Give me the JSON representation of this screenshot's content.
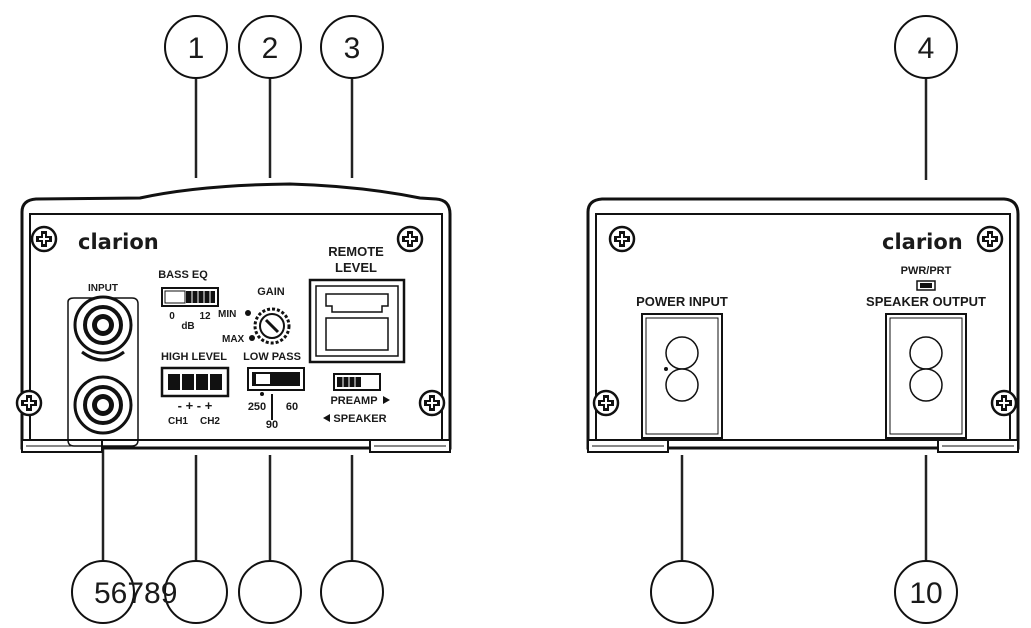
{
  "callouts": {
    "c1": "1",
    "c2": "2",
    "c3": "3",
    "c4": "4",
    "c5": "56789",
    "c10": "10"
  },
  "left_panel": {
    "brand": "clarion",
    "input": "INPUT",
    "bass_eq": "BASS EQ",
    "bass_eq_0": "0",
    "bass_eq_12": "12",
    "bass_eq_db": "dB",
    "gain": "GAIN",
    "gain_min": "MIN",
    "gain_max": "MAX",
    "remote": "REMOTE",
    "level": "LEVEL",
    "high_level": "HIGH LEVEL",
    "polarity": "- + - +",
    "ch1": "CH1",
    "ch2": "CH2",
    "low_pass": "LOW PASS",
    "lp_250": "250",
    "lp_60": "60",
    "lp_90": "90",
    "preamp": "PREAMP",
    "speaker": "SPEAKER"
  },
  "right_panel": {
    "brand": "clarion",
    "pwr_prt": "PWR/PRT",
    "power_input": "POWER INPUT",
    "speaker_output": "SPEAKER OUTPUT"
  }
}
